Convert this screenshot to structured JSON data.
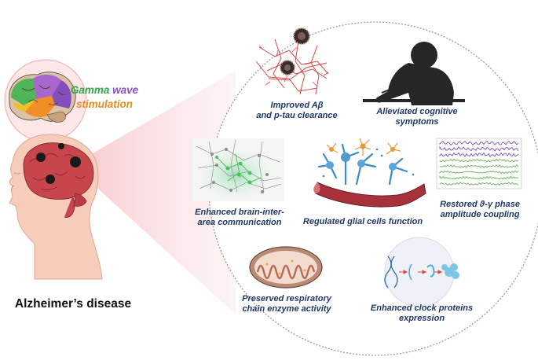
{
  "stimulus": {
    "word1": "Gamma",
    "word2": "wave",
    "word3": "stimulation",
    "colors": {
      "gamma": "#2ea84a",
      "wave": "#8c4fc7",
      "stimulation": "#e58a1f"
    }
  },
  "disease_label": "Alzheimer’s disease",
  "effects": [
    {
      "text": "Improved  Aβ\nand p-tau clearance",
      "icon": "amyloid-plaque-icon"
    },
    {
      "text": "Alleviated cognitive\nsymptoms",
      "icon": "person-writing-icon"
    },
    {
      "text": "Enhanced brain-inter-\narea communication",
      "icon": "neural-network-icon"
    },
    {
      "text": "Regulated glial cells function",
      "icon": "glial-cell-vessel-icon"
    },
    {
      "text": "Restored ϑ-γ phase\namplitude coupling",
      "icon": "eeg-trace-icon"
    },
    {
      "text": "Preserved respiratory\nchain enzyme activity",
      "icon": "mitochondrion-icon"
    },
    {
      "text": "Enhanced clock proteins\nexpression",
      "icon": "dna-to-protein-icon"
    }
  ],
  "palette": {
    "label_text": "#1f3864",
    "cone": "#f8d7da",
    "circle_stroke": "#9a9a9a"
  }
}
